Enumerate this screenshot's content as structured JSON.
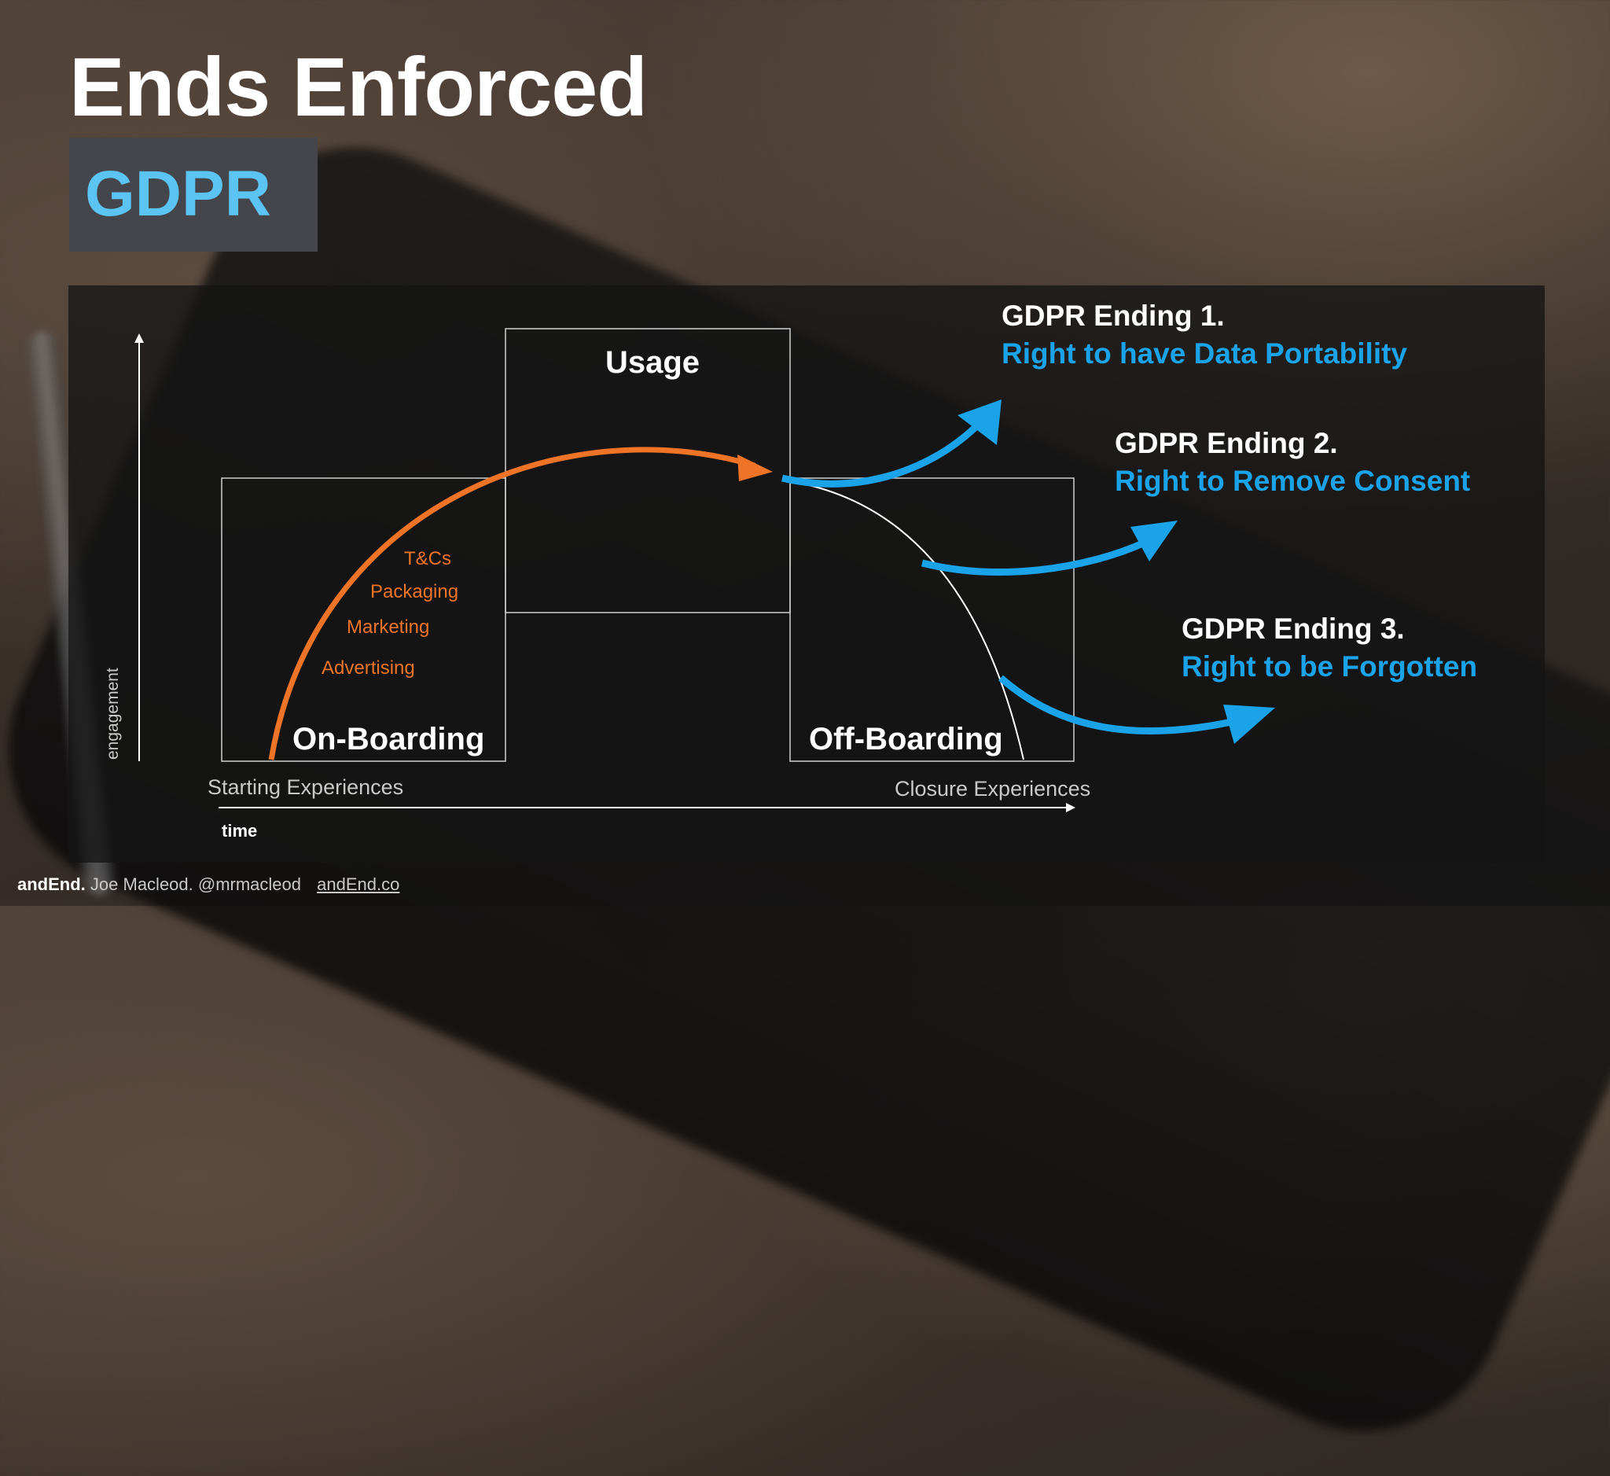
{
  "slide": {
    "title": "Ends Enforced",
    "tag": "GDPR"
  },
  "diagram": {
    "stages": {
      "usage": "Usage",
      "onboarding": "On-Boarding",
      "offboarding": "Off-Boarding"
    },
    "onboarding_steps": [
      "T&Cs",
      "Packaging",
      "Marketing",
      "Advertising"
    ],
    "axes": {
      "y_label": "engagement",
      "x_label": "time",
      "start_label": "Starting Experiences",
      "end_label": "Closure Experiences"
    },
    "endings": [
      {
        "heading": "GDPR Ending 1.",
        "right": "Right to have Data Portability"
      },
      {
        "heading": "GDPR Ending 2.",
        "right": "Right to Remove Consent"
      },
      {
        "heading": "GDPR Ending 3.",
        "right": "Right to be Forgotten"
      }
    ],
    "colors": {
      "onboarding_curve": "#f07427",
      "ending_arrows": "#1aa3e8",
      "tag_text": "#5bc4f2"
    }
  },
  "footer": {
    "brand": "andEnd.",
    "credit": "Joe Macleod. @mrmacleod",
    "link": "andEnd.co"
  }
}
